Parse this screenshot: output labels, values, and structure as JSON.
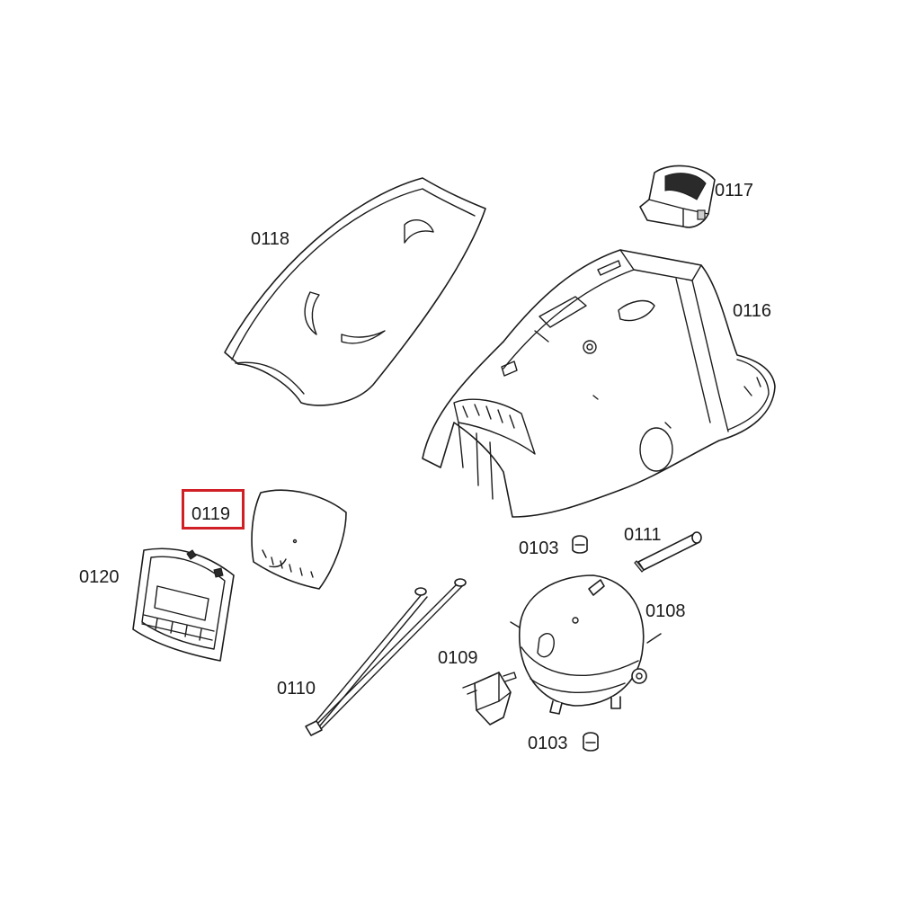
{
  "highlight": {
    "part": "0119",
    "color": "#d11f26"
  },
  "labels": {
    "p0117": "0117",
    "p0118": "0118",
    "p0116": "0116",
    "p0119": "0119",
    "p0120": "0120",
    "p0103_top": "0103",
    "p0111": "0111",
    "p0108": "0108",
    "p0109": "0109",
    "p0110": "0110",
    "p0103_bottom": "0103"
  }
}
